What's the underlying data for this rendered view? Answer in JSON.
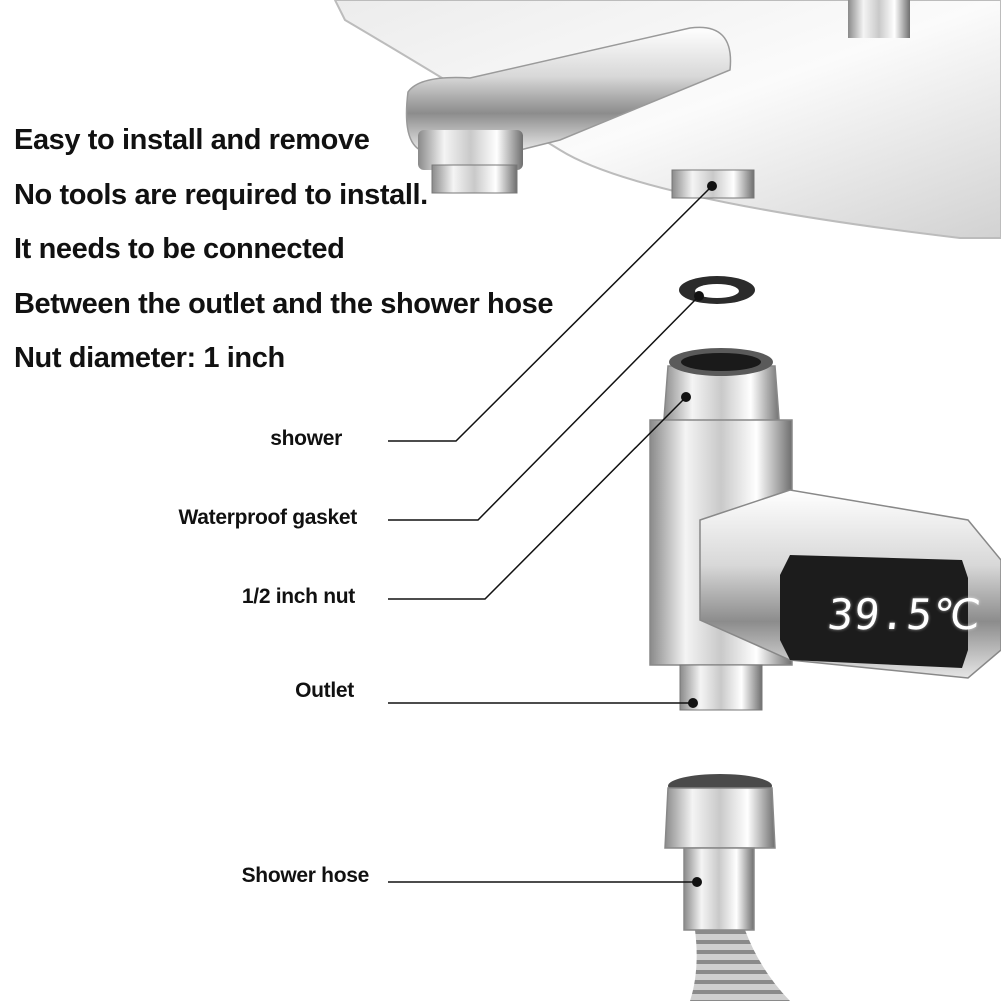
{
  "intro": {
    "lines": [
      "Easy to install and remove",
      "No tools are required to install.",
      "It needs to be connected",
      "Between the outlet and the shower hose",
      "Nut diameter: 1 inch"
    ]
  },
  "parts": {
    "shower": "shower",
    "gasket": "Waterproof gasket",
    "nut": "1/2 inch nut",
    "outlet": "Outlet",
    "hose": "Shower hose"
  },
  "display": {
    "temperature": "39.5℃"
  },
  "colors": {
    "text": "#111111",
    "leader_line": "#111111",
    "chrome_light": "#f2f2f2",
    "chrome_dark": "#3a3a3a",
    "lcd": "#1c1c1c"
  }
}
